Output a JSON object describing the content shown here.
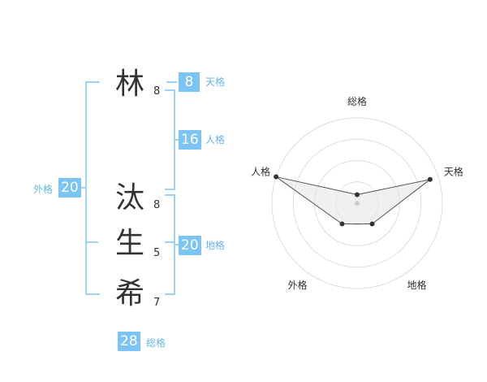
{
  "name_chars": [
    {
      "char": "林",
      "strokes": "8"
    },
    {
      "char": "汰",
      "strokes": "8"
    },
    {
      "char": "生",
      "strokes": "5"
    },
    {
      "char": "希",
      "strokes": "7"
    }
  ],
  "kaku": {
    "tenkaku": {
      "label": "天格",
      "value": "8"
    },
    "jinkaku": {
      "label": "人格",
      "value": "16"
    },
    "chikaku": {
      "label": "地格",
      "value": "20"
    },
    "gaikaku": {
      "label": "外格",
      "value": "20"
    },
    "soukaku": {
      "label": "総格",
      "value": "28"
    }
  },
  "chart_data": {
    "type": "radar",
    "axes": [
      "総格",
      "天格",
      "地格",
      "外格",
      "人格"
    ],
    "rings": 4,
    "values": [
      0.1,
      0.9,
      0.3,
      0.3,
      1.0
    ],
    "colors": {
      "fill": "#e6e6e6",
      "line": "#555555",
      "grid": "#dddddd",
      "point": "#333333",
      "center": "#cccccc"
    }
  }
}
